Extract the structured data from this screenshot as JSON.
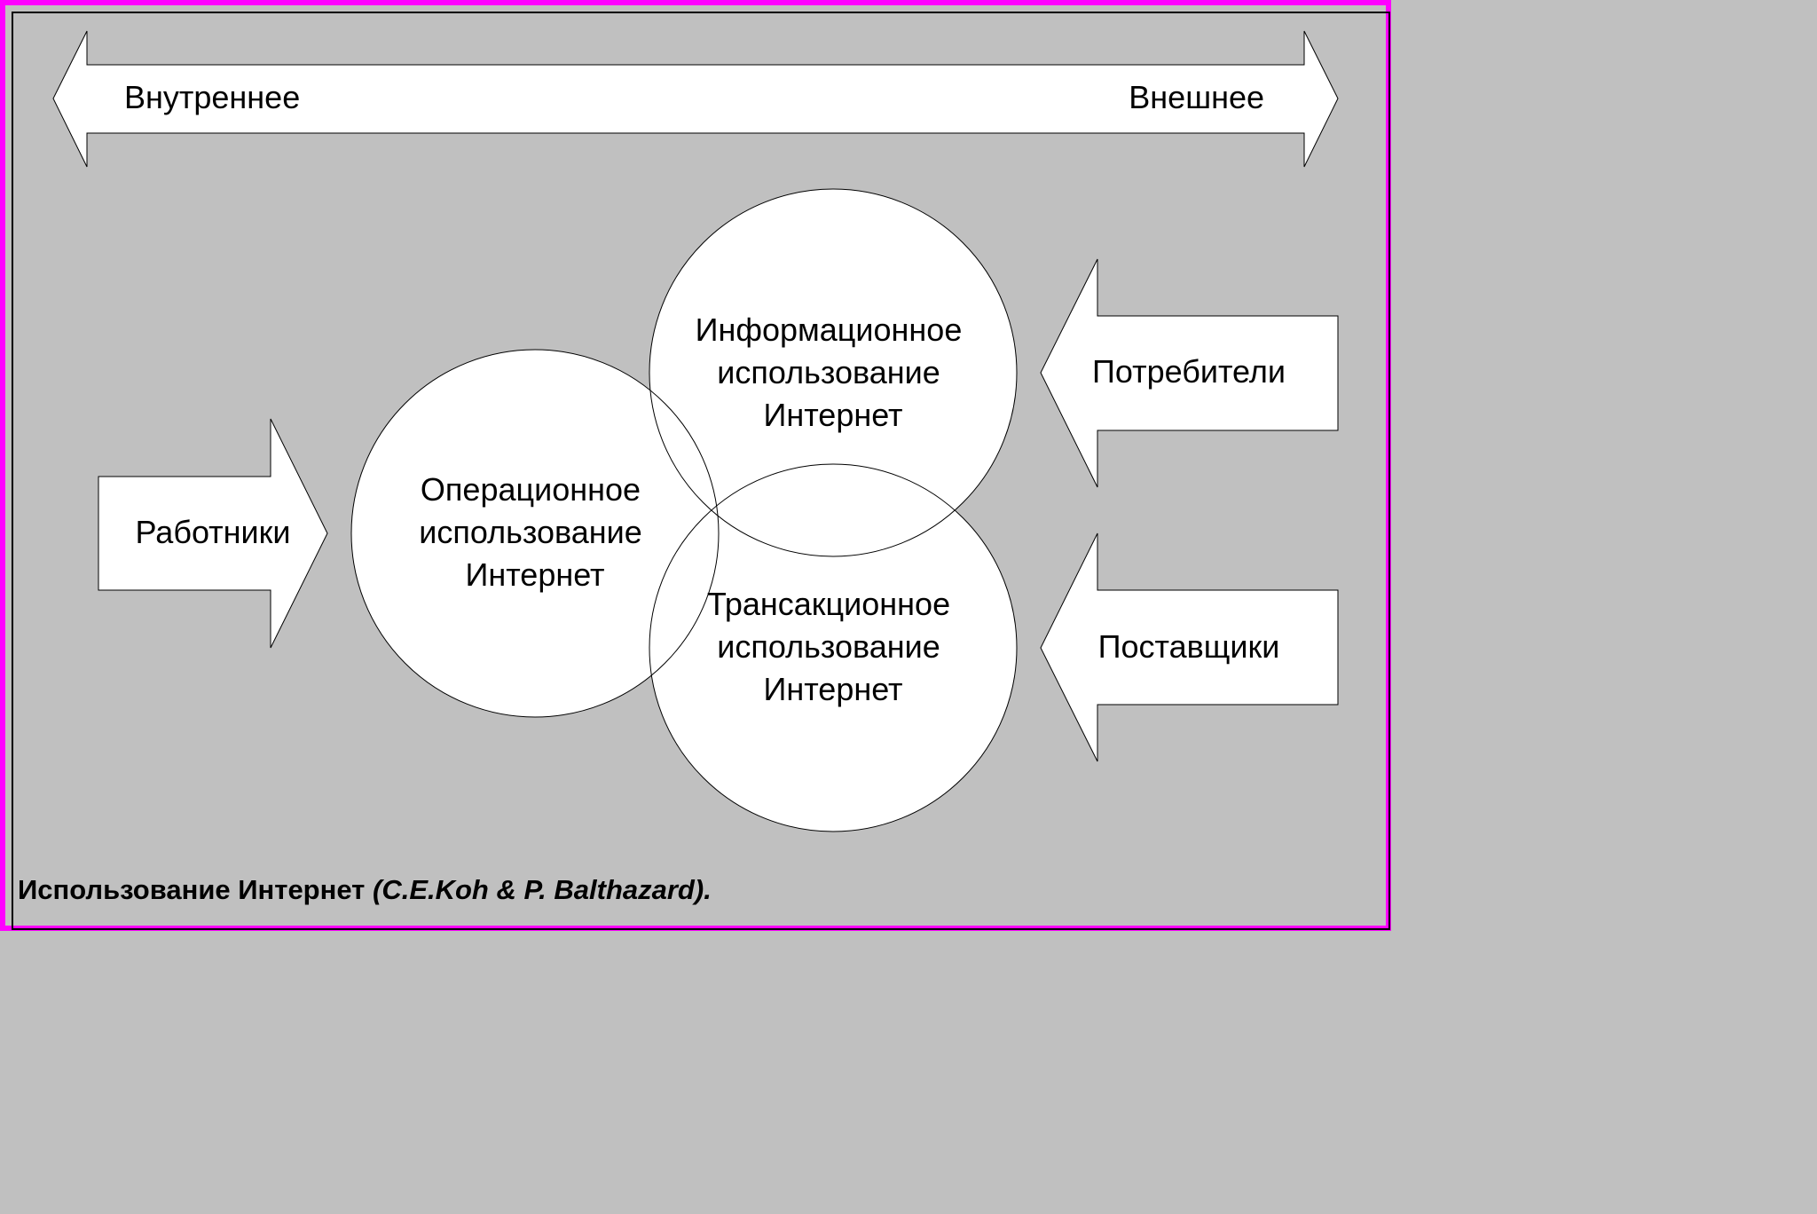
{
  "arrow_top": {
    "left_label": "Внутреннее",
    "right_label": "Внешнее"
  },
  "actors": {
    "employees": "Работники",
    "consumers": "Потребители",
    "suppliers": "Поставщики"
  },
  "circles": {
    "operational": [
      "Операционное",
      "использование",
      "Интернет"
    ],
    "informational": [
      "Информационное",
      "использование",
      "Интернет"
    ],
    "transactional": [
      "Трансакционное",
      "использование",
      "Интернет"
    ]
  },
  "caption": {
    "text": "Использование Интернет",
    "citation": "(C.E.Koh & P. Balthazard)."
  },
  "colors": {
    "background": "#c0c0c0",
    "frame": "#ff00ff",
    "shape_fill": "#ffffff",
    "outline": "#000000"
  }
}
